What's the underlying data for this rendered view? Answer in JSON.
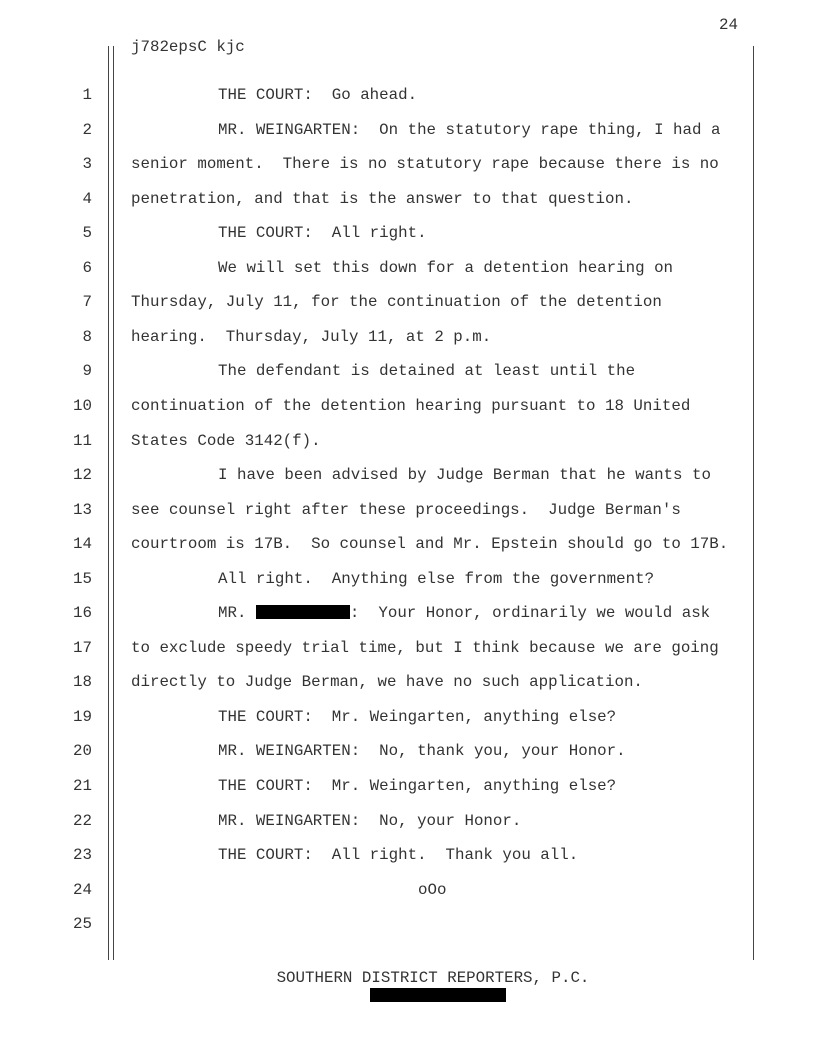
{
  "page_number": "24",
  "header": "j782epsC kjc",
  "lines": [
    {
      "n": "1",
      "indent": true,
      "text": "THE COURT:  Go ahead."
    },
    {
      "n": "2",
      "indent": true,
      "text": "MR. WEINGARTEN:  On the statutory rape thing, I had a"
    },
    {
      "n": "3",
      "indent": false,
      "text": "senior moment.  There is no statutory rape because there is no"
    },
    {
      "n": "4",
      "indent": false,
      "text": "penetration, and that is the answer to that question."
    },
    {
      "n": "5",
      "indent": true,
      "text": "THE COURT:  All right."
    },
    {
      "n": "6",
      "indent": true,
      "text": "We will set this down for a detention hearing on"
    },
    {
      "n": "7",
      "indent": false,
      "text": "Thursday, July 11, for the continuation of the detention"
    },
    {
      "n": "8",
      "indent": false,
      "text": "hearing.  Thursday, July 11, at 2 p.m."
    },
    {
      "n": "9",
      "indent": true,
      "text": "The defendant is detained at least until the"
    },
    {
      "n": "10",
      "indent": false,
      "text": "continuation of the detention hearing pursuant to 18 United"
    },
    {
      "n": "11",
      "indent": false,
      "text": "States Code 3142(f)."
    },
    {
      "n": "12",
      "indent": true,
      "text": "I have been advised by Judge Berman that he wants to"
    },
    {
      "n": "13",
      "indent": false,
      "text": "see counsel right after these proceedings.  Judge Berman's"
    },
    {
      "n": "14",
      "indent": false,
      "text": "courtroom is 17B.  So counsel and Mr. Epstein should go to 17B."
    },
    {
      "n": "15",
      "indent": true,
      "text": "All right.  Anything else from the government?"
    },
    {
      "n": "16",
      "indent": true,
      "text": "MR. ",
      "redacted": true,
      "text_after": ":  Your Honor, ordinarily we would ask"
    },
    {
      "n": "17",
      "indent": false,
      "text": "to exclude speedy trial time, but I think because we are going"
    },
    {
      "n": "18",
      "indent": false,
      "text": "directly to Judge Berman, we have no such application."
    },
    {
      "n": "19",
      "indent": true,
      "text": "THE COURT:  Mr. Weingarten, anything else?"
    },
    {
      "n": "20",
      "indent": true,
      "text": "MR. WEINGARTEN:  No, thank you, your Honor."
    },
    {
      "n": "21",
      "indent": true,
      "text": "THE COURT:  Mr. Weingarten, anything else?"
    },
    {
      "n": "22",
      "indent": true,
      "text": "MR. WEINGARTEN:  No, your Honor."
    },
    {
      "n": "23",
      "indent": true,
      "text": "THE COURT:  All right.  Thank you all."
    },
    {
      "n": "24",
      "center": true,
      "text": "oOo"
    },
    {
      "n": "25",
      "indent": false,
      "text": ""
    }
  ],
  "footer": "SOUTHERN DISTRICT REPORTERS, P.C."
}
